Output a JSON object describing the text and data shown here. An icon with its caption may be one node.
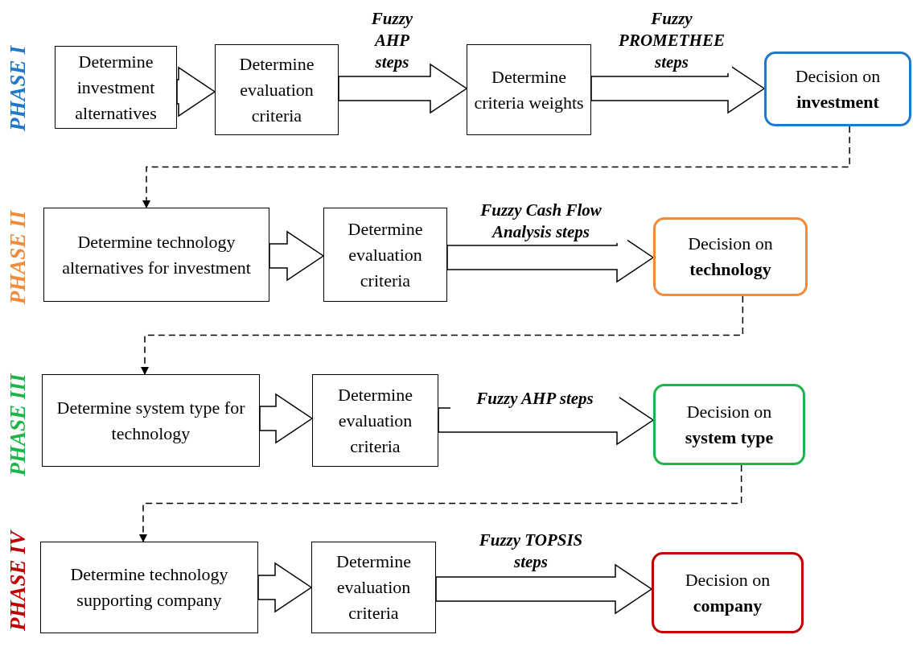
{
  "diagram": {
    "nodes": [
      {
        "text": [
          "Determine investment alternatives"
        ]
      },
      {
        "text": [
          "Determine evaluation criteria"
        ]
      },
      {
        "text": [
          "Determine criteria weights"
        ]
      },
      {
        "text": [
          "Decision on **investment**"
        ]
      },
      {
        "text": [
          "Determine technology alternatives for investment"
        ]
      },
      {
        "text": [
          "Determine evaluation criteria"
        ]
      },
      {
        "text": [
          "Decision on **technology**"
        ]
      },
      {
        "text": [
          "Determine system type for technology"
        ]
      },
      {
        "text": [
          "Determine evaluation criteria"
        ]
      },
      {
        "text": [
          "Decision on **system type**"
        ]
      },
      {
        "text": [
          "Determine technology supporting company"
        ]
      },
      {
        "text": [
          "Determine evaluation criteria"
        ]
      },
      {
        "text": [
          "Decision on **company**"
        ]
      }
    ],
    "edges": [
      {
        "from": 0,
        "to": 1,
        "arrow": "to",
        "style": "thick"
      },
      {
        "from": 1,
        "to": 2,
        "arrow": "to",
        "style": "thick",
        "label": "Fuzzy AHP steps"
      },
      {
        "from": 2,
        "to": 3,
        "arrow": "to",
        "style": "thick",
        "label": "Fuzzy PROMETHEE steps"
      },
      {
        "from": 3,
        "to": 4,
        "arrow": "to",
        "style": "dashed"
      },
      {
        "from": 4,
        "to": 5,
        "arrow": "to",
        "style": "thick"
      },
      {
        "from": 5,
        "to": 6,
        "arrow": "to",
        "style": "thick",
        "label": "Fuzzy Cash Flow Analysis steps"
      },
      {
        "from": 6,
        "to": 7,
        "arrow": "to",
        "style": "dashed"
      },
      {
        "from": 7,
        "to": 8,
        "arrow": "to",
        "style": "thick"
      },
      {
        "from": 8,
        "to": 9,
        "arrow": "to",
        "style": "thick",
        "label": "Fuzzy AHP steps"
      },
      {
        "from": 9,
        "to": 10,
        "arrow": "to",
        "style": "dashed"
      },
      {
        "from": 10,
        "to": 11,
        "arrow": "to",
        "style": "thick"
      },
      {
        "from": 11,
        "to": 12,
        "arrow": "to",
        "style": "thick",
        "label": "Fuzzy TOPSIS steps"
      }
    ],
    "labels": [
      "PHASE I",
      "PHASE II",
      "PHASE III",
      "PHASE IV"
    ]
  }
}
